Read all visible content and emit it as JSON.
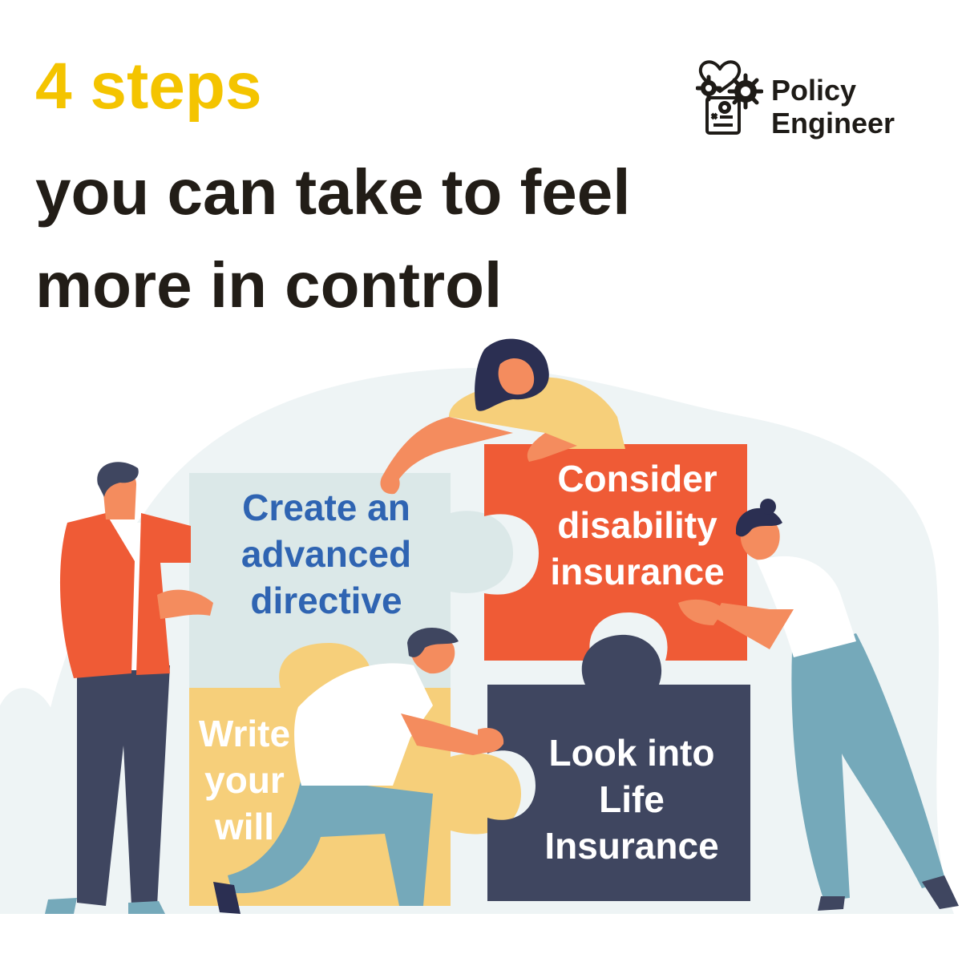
{
  "headline": {
    "accent": "4 steps",
    "line1": "you can take to feel",
    "line2": "more in control"
  },
  "logo": {
    "line1": "Policy",
    "line2": "Engineer",
    "icon": "heart-gears-document-icon"
  },
  "colors": {
    "accent": "#f4c400",
    "text": "#221d17",
    "directive_piece": "#dbe8e8",
    "directive_text": "#2f64b2",
    "disability_piece": "#ef5b36",
    "will_piece": "#f6cf7a",
    "life_piece": "#3f4660",
    "backdrop": "#eef4f5"
  },
  "puzzle": {
    "directive": [
      "Create an",
      "advanced",
      "directive"
    ],
    "disability": [
      "Consider",
      "disability",
      "insurance"
    ],
    "will": [
      "Write",
      "your",
      "will"
    ],
    "life": [
      "Look into",
      "Life",
      "Insurance"
    ]
  }
}
